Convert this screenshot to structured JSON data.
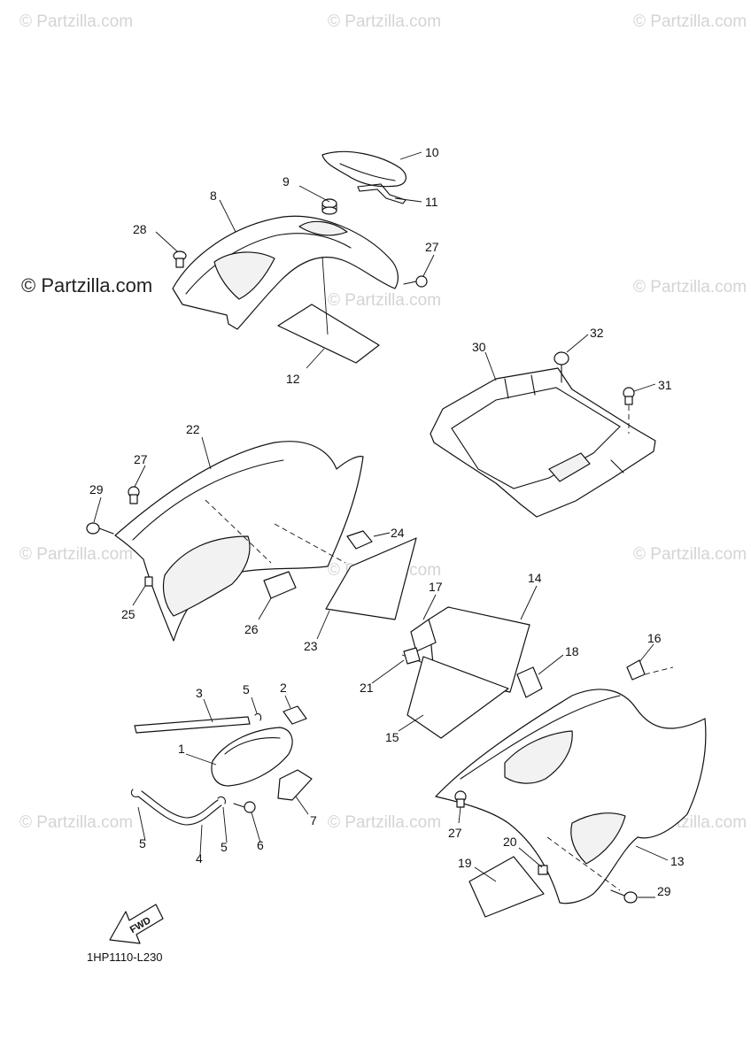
{
  "watermark": {
    "brand": "© Partzilla.com",
    "faint": "© Partzilla.com"
  },
  "diagram_code": "1HP1110-L230",
  "fwd_label": "FWD",
  "callouts": {
    "c1": "1",
    "c2": "2",
    "c3": "3",
    "c4": "4",
    "c5a": "5",
    "c5b": "5",
    "c5c": "5",
    "c6": "6",
    "c7": "7",
    "c8": "8",
    "c9": "9",
    "c10": "10",
    "c11": "11",
    "c12": "12",
    "c13": "13",
    "c14": "14",
    "c15": "15",
    "c16": "16",
    "c17": "17",
    "c18": "18",
    "c19": "19",
    "c20": "20",
    "c21": "21",
    "c22": "22",
    "c23": "23",
    "c24": "24",
    "c25": "25",
    "c26": "26",
    "c27a": "27",
    "c27b": "27",
    "c27c": "27",
    "c28": "28",
    "c29a": "29",
    "c29b": "29",
    "c30": "30",
    "c31": "31",
    "c32": "32"
  }
}
